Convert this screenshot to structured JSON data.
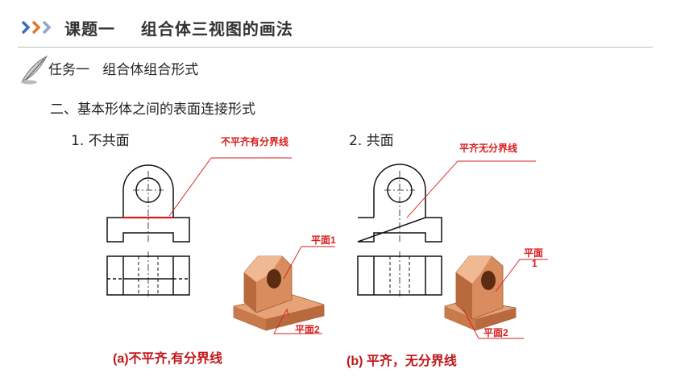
{
  "header": {
    "title": "课题一    组合体三视图的画法",
    "accent": "#3b6fb6"
  },
  "task": {
    "title": "任务一   组合体组合形式"
  },
  "section": {
    "title": "二、基本形体之间的表面连接形式"
  },
  "left": {
    "heading": "1. 不共面",
    "callout": "不平齐有分界线",
    "plane1": "平面1",
    "plane2": "平面2",
    "caption": "(a)不平齐,有分界线"
  },
  "right": {
    "heading": "2. 共面",
    "callout": "平齐无分界线",
    "plane1_line1": "平面",
    "plane1_line2": "1",
    "plane2": "平面2",
    "caption": "(b) 平齐，无分界线"
  },
  "colors": {
    "callout_red": "#d81e1e",
    "model_orange": "#e8a277",
    "model_shadow": "#b86a3e",
    "line": "#111111"
  }
}
